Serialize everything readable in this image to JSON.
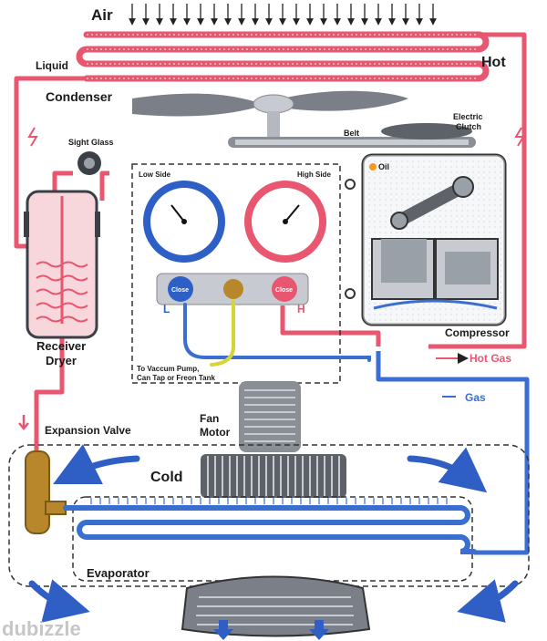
{
  "labels": {
    "air": "Air",
    "hot": "Hot",
    "liquid": "Liquid",
    "condenser": "Condenser",
    "belt": "Belt",
    "electric_clutch_1": "Electric",
    "electric_clutch_2": "Clutch",
    "sight_glass": "Sight Glass",
    "low_side": "Low Side",
    "high_side": "High Side",
    "oil": "Oil",
    "close_left": "Close",
    "close_right": "Close",
    "gauge_l": "L",
    "gauge_h": "H",
    "receiver": "Receiver",
    "dryer": "Dryer",
    "vacuum_1": "To Vaccum Pump,",
    "vacuum_2": "Can Tap or Freon Tank",
    "compressor": "Compressor",
    "hot_gas": "Hot Gas",
    "gas": "Gas",
    "fan_1": "Fan",
    "fan_2": "Motor",
    "expansion_valve": "Expansion Valve",
    "cold": "Cold",
    "evaporator": "Evaporator",
    "watermark": "dubizzle"
  },
  "colors": {
    "hot_line": "#e8566f",
    "cold_line": "#3a6fd1",
    "arrow_blue": "#2f5fc4",
    "brass": "#b8862b"
  }
}
